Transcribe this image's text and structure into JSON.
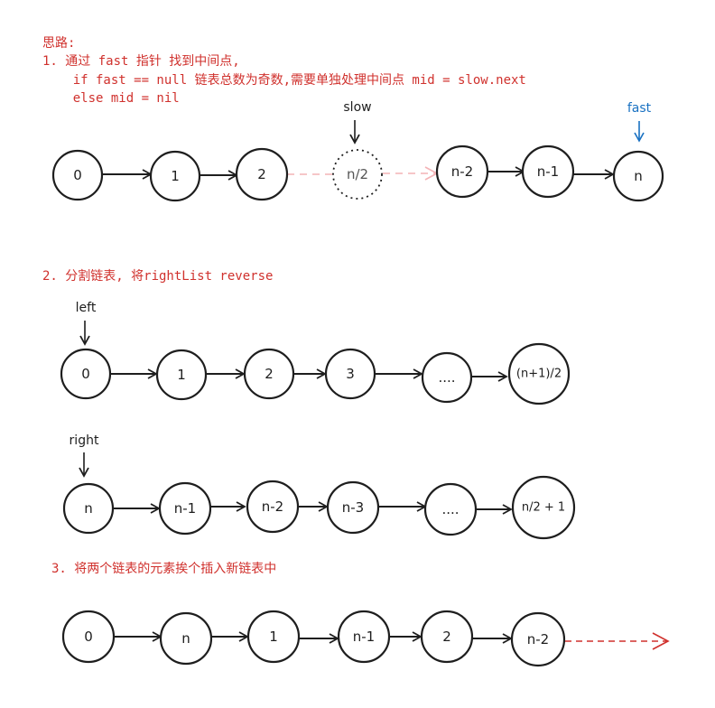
{
  "notes": {
    "title": "思路:",
    "step1_line1": "1. 通过 fast 指针 找到中间点,",
    "step1_line2": "    if fast == null 链表总数为奇数,需要单独处理中间点 mid = slow.next",
    "step1_line3": "    else mid = nil",
    "step2": "2. 分割链表, 将rightList reverse",
    "step3": "3. 将两个链表的元素挨个插入新链表中"
  },
  "diagram1": {
    "nodes": [
      "0",
      "1",
      "2",
      "n/2",
      "n-2",
      "n-1",
      "n"
    ],
    "pointer_slow": "slow",
    "pointer_fast": "fast"
  },
  "diagram2_left": {
    "nodes": [
      "0",
      "1",
      "2",
      "3",
      "....",
      "(n+1)/2"
    ],
    "pointer": "left"
  },
  "diagram2_right": {
    "nodes": [
      "n",
      "n-1",
      "n-2",
      "n-3",
      "....",
      "n/2 + 1"
    ],
    "pointer": "right"
  },
  "diagram3": {
    "nodes": [
      "0",
      "n",
      "1",
      "n-1",
      "2",
      "n-2"
    ]
  },
  "colors": {
    "note_red": "#d0312d",
    "fast_blue": "#1971c2",
    "faded_pink": "#f4b3b6",
    "ink": "#1e1e1e"
  }
}
